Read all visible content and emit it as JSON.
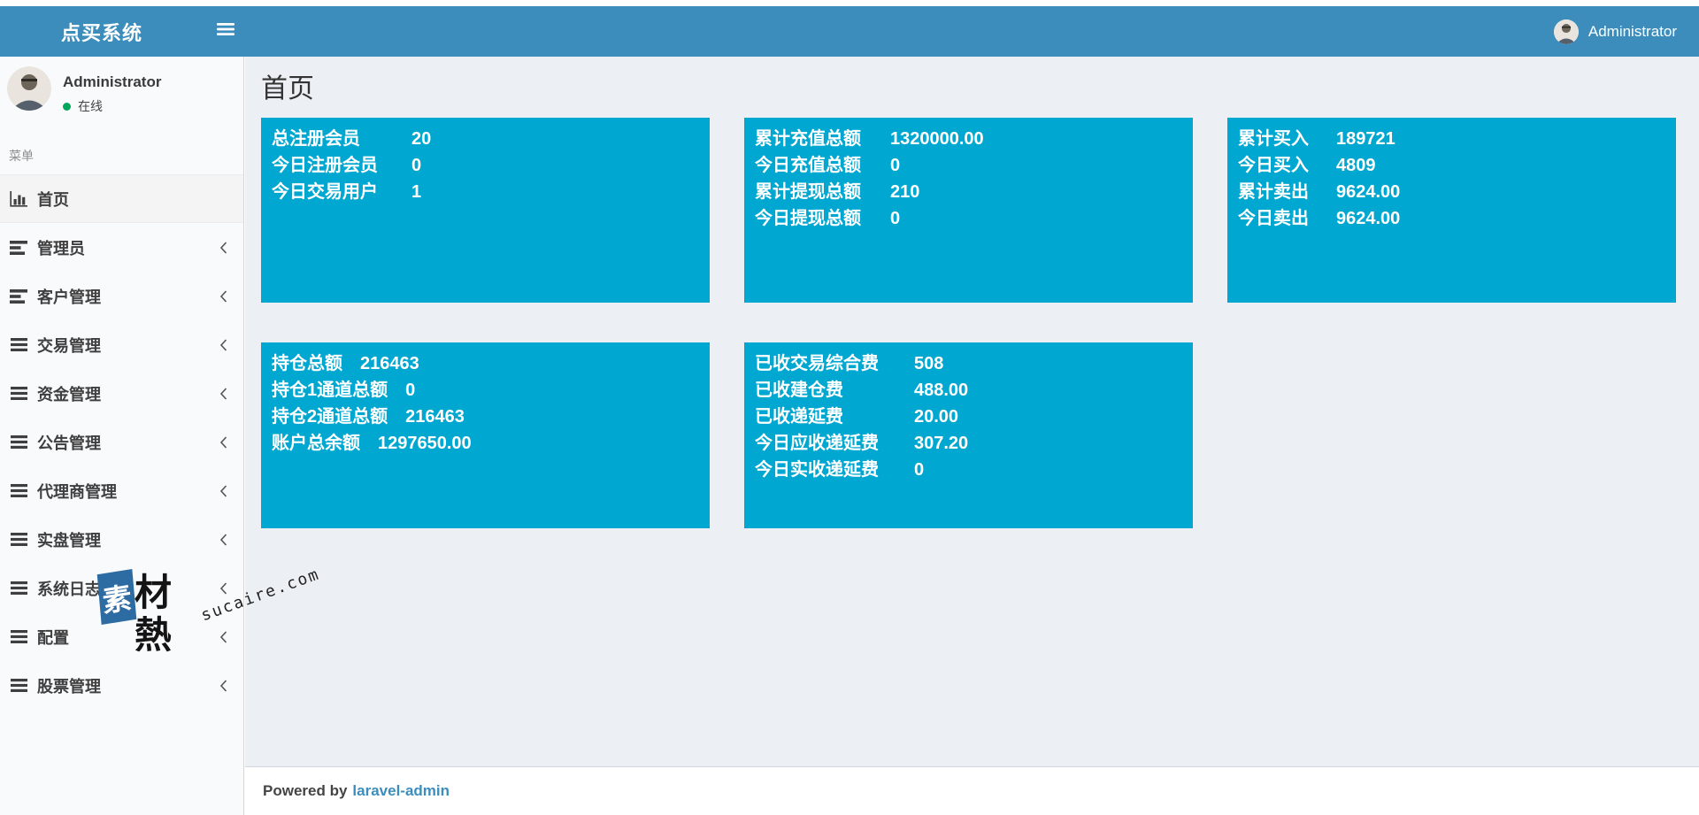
{
  "header": {
    "brand": "点买系统",
    "user_label": "Administrator"
  },
  "sidebar": {
    "user": {
      "name": "Administrator",
      "status": "在线"
    },
    "section_label": "菜单",
    "items": [
      {
        "label": "首页",
        "icon": "bar-chart-icon",
        "active": true,
        "has_children": false
      },
      {
        "label": "管理员",
        "icon": "tasks-icon",
        "active": false,
        "has_children": true
      },
      {
        "label": "客户管理",
        "icon": "tasks-icon",
        "active": false,
        "has_children": true
      },
      {
        "label": "交易管理",
        "icon": "bars-icon",
        "active": false,
        "has_children": true
      },
      {
        "label": "资金管理",
        "icon": "bars-icon",
        "active": false,
        "has_children": true
      },
      {
        "label": "公告管理",
        "icon": "bars-icon",
        "active": false,
        "has_children": true
      },
      {
        "label": "代理商管理",
        "icon": "bars-icon",
        "active": false,
        "has_children": true
      },
      {
        "label": "实盘管理",
        "icon": "bars-icon",
        "active": false,
        "has_children": true
      },
      {
        "label": "系统日志",
        "icon": "bars-icon",
        "active": false,
        "has_children": true
      },
      {
        "label": "配置",
        "icon": "bars-icon",
        "active": false,
        "has_children": true
      },
      {
        "label": "股票管理",
        "icon": "bars-icon",
        "active": false,
        "has_children": true
      }
    ]
  },
  "main": {
    "page_title": "首页",
    "stat_boxes": [
      {
        "rows": [
          {
            "label": "总注册会员",
            "value": "20"
          },
          {
            "label": "今日注册会员",
            "value": "0"
          },
          {
            "label": "今日交易用户",
            "value": "1"
          }
        ]
      },
      {
        "rows": [
          {
            "label": "累计充值总额",
            "value": "1320000.00"
          },
          {
            "label": "今日充值总额",
            "value": "0"
          },
          {
            "label": "累计提现总额",
            "value": "210"
          },
          {
            "label": "今日提现总额",
            "value": "0"
          }
        ]
      },
      {
        "rows": [
          {
            "label": "累计买入",
            "value": "189721"
          },
          {
            "label": "今日买入",
            "value": "4809"
          },
          {
            "label": "累计卖出",
            "value": "9624.00"
          },
          {
            "label": "今日卖出",
            "value": "9624.00"
          }
        ]
      },
      {
        "rows": [
          {
            "label": "持仓总额",
            "value": "216463"
          },
          {
            "label": "持仓1通道总额",
            "value": "0"
          },
          {
            "label": "持仓2通道总额",
            "value": "216463"
          },
          {
            "label": "账户总余额",
            "value": "1297650.00"
          }
        ]
      },
      {
        "rows": [
          {
            "label": "已收交易综合费",
            "value": "508"
          },
          {
            "label": "已收建仓费",
            "value": "488.00"
          },
          {
            "label": "已收递延费",
            "value": "20.00"
          },
          {
            "label": "今日应收递延费",
            "value": "307.20"
          },
          {
            "label": "今日实收递延费",
            "value": "0"
          }
        ]
      }
    ]
  },
  "footer": {
    "powered_by": "Powered by",
    "link_label": "laravel-admin"
  },
  "watermark": {
    "logo_primary": "素",
    "logo_secondary": "材熱",
    "domain": "sucaire.com"
  },
  "colors": {
    "navbar": "#3c8dbc",
    "stat_box": "#00a7d0",
    "link": "#3c8dbc",
    "online_status": "#00a65a",
    "content_bg": "#ecf0f5",
    "sidebar_bg": "#f9fafc"
  }
}
